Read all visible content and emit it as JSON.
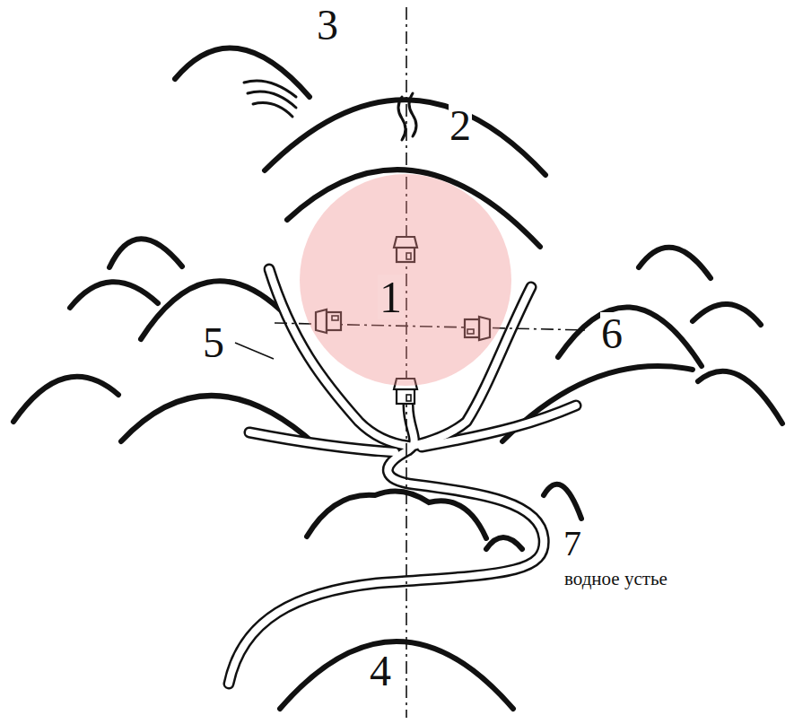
{
  "diagram": {
    "nodes": [
      {
        "text": [
          "1"
        ]
      }
    ],
    "labels": [
      "2",
      "3",
      "4",
      "5",
      "6",
      "7",
      "водное устье"
    ]
  }
}
